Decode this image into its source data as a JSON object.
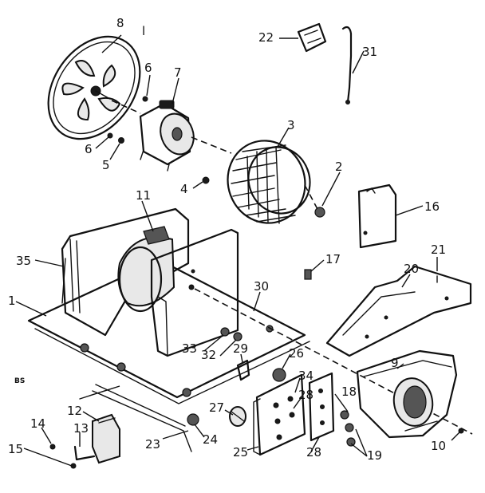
{
  "diagram": {
    "callouts": [
      {
        "id": "c1",
        "label": "1"
      },
      {
        "id": "c2",
        "label": "2"
      },
      {
        "id": "c3",
        "label": "3"
      },
      {
        "id": "c4",
        "label": "4"
      },
      {
        "id": "c5",
        "label": "5"
      },
      {
        "id": "c6a",
        "label": "6"
      },
      {
        "id": "c6b",
        "label": "6"
      },
      {
        "id": "c7",
        "label": "7"
      },
      {
        "id": "c8",
        "label": "8"
      },
      {
        "id": "c9",
        "label": "9"
      },
      {
        "id": "c10",
        "label": "10"
      },
      {
        "id": "c11",
        "label": "11"
      },
      {
        "id": "c12",
        "label": "12"
      },
      {
        "id": "c13",
        "label": "13"
      },
      {
        "id": "c14",
        "label": "14"
      },
      {
        "id": "c15",
        "label": "15"
      },
      {
        "id": "c16",
        "label": "16"
      },
      {
        "id": "c17",
        "label": "17"
      },
      {
        "id": "c18",
        "label": "18"
      },
      {
        "id": "c19",
        "label": "19"
      },
      {
        "id": "c20",
        "label": "20"
      },
      {
        "id": "c21",
        "label": "21"
      },
      {
        "id": "c22",
        "label": "22"
      },
      {
        "id": "c23",
        "label": "23"
      },
      {
        "id": "c24",
        "label": "24"
      },
      {
        "id": "c25",
        "label": "25"
      },
      {
        "id": "c26",
        "label": "26"
      },
      {
        "id": "c27",
        "label": "27"
      },
      {
        "id": "c28a",
        "label": "28"
      },
      {
        "id": "c28b",
        "label": "28"
      },
      {
        "id": "c29",
        "label": "29"
      },
      {
        "id": "c30",
        "label": "30"
      },
      {
        "id": "c31",
        "label": "31"
      },
      {
        "id": "c32",
        "label": "32"
      },
      {
        "id": "c33",
        "label": "33"
      },
      {
        "id": "c34",
        "label": "34"
      },
      {
        "id": "c35",
        "label": "35"
      }
    ],
    "marks": {
      "top_mark": "l",
      "corner_code": "BS"
    }
  }
}
